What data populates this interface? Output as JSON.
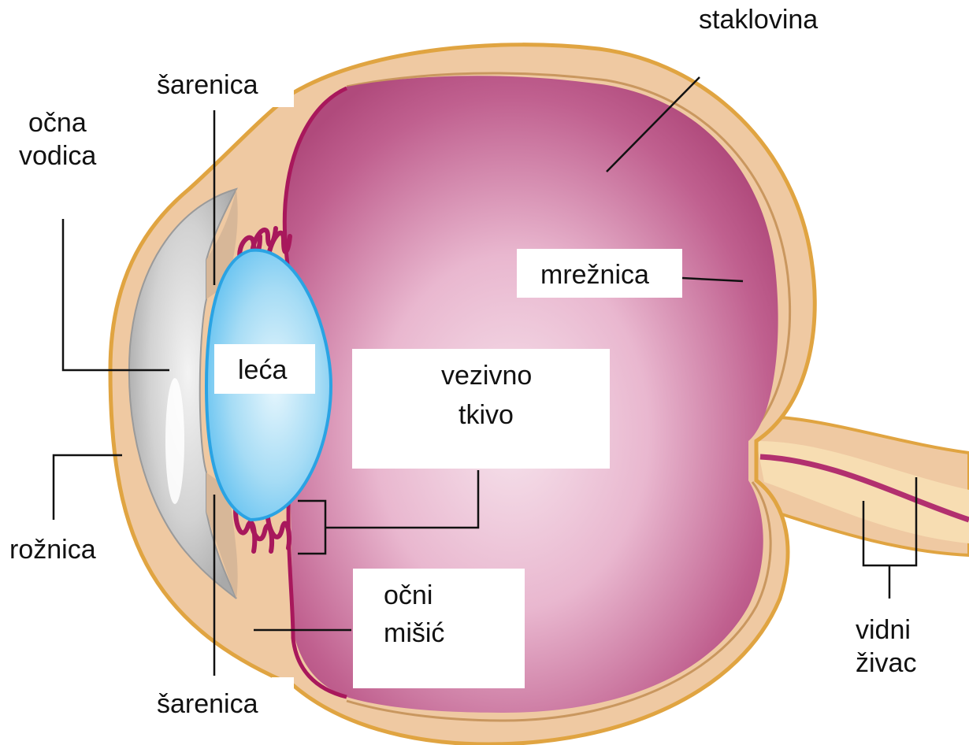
{
  "labels": {
    "staklovina": "staklovina",
    "sarenica_top": "šarenica",
    "ocna_vodica_1": "očna",
    "ocna_vodica_2": "vodica",
    "mreznica": "mrežnica",
    "leca": "leća",
    "vezivno_1": "vezivno",
    "vezivno_2": "tkivo",
    "roznica": "rožnica",
    "ocni_misic_1": "očni",
    "ocni_misic_2": "mišić",
    "vidni_zivac_1": "vidni",
    "vidni_zivac_2": "živac",
    "sarenica_bottom": "šarenica"
  },
  "colors": {
    "sclera_fill": "#efc9a2",
    "sclera_outline": "#e0a441",
    "vitreous": "#b84f81",
    "vitreous_light": "#f4dbe7",
    "retina_line": "#a8185c",
    "lens": "#a6dcf5",
    "lens_outline": "#2aa3e3",
    "cornea_gray": "#c2c2c2",
    "leader_line": "#111111"
  }
}
